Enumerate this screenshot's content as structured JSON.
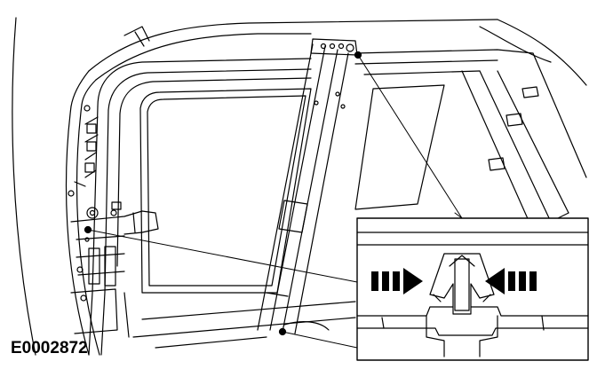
{
  "figure": {
    "id_label": "E0002872"
  },
  "callout": {
    "arrow_left_direction": "right",
    "arrow_right_direction": "left"
  },
  "colors": {
    "line": "#000000",
    "background": "#ffffff"
  }
}
